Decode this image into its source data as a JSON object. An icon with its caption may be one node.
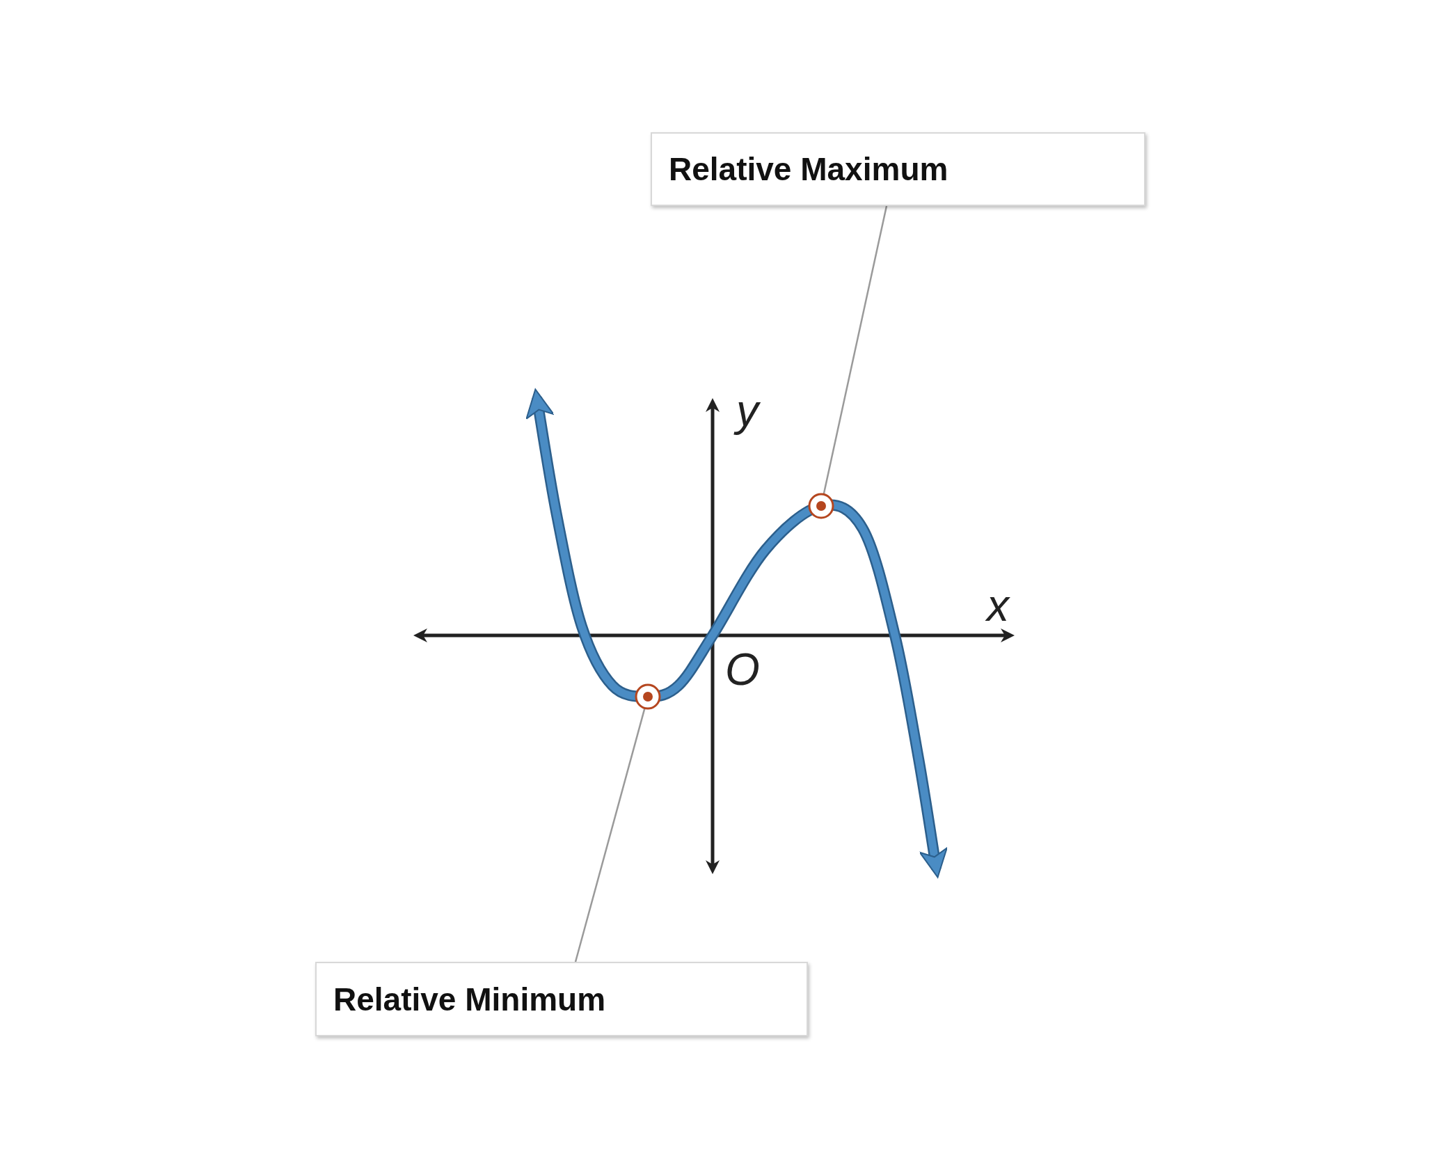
{
  "diagram": {
    "nodes": [
      {
        "text": [
          "Relative Maximum"
        ]
      },
      {
        "text": [
          "Relative Minimum"
        ]
      },
      {
        "text": [],
        "shape": "circle"
      },
      {
        "text": [],
        "shape": "circle"
      }
    ],
    "edges": [
      {
        "from": 0,
        "to": 3,
        "arrow": "none"
      },
      {
        "from": 1,
        "to": 2,
        "arrow": "none"
      }
    ],
    "labels": [
      "y",
      "x",
      "O"
    ]
  }
}
